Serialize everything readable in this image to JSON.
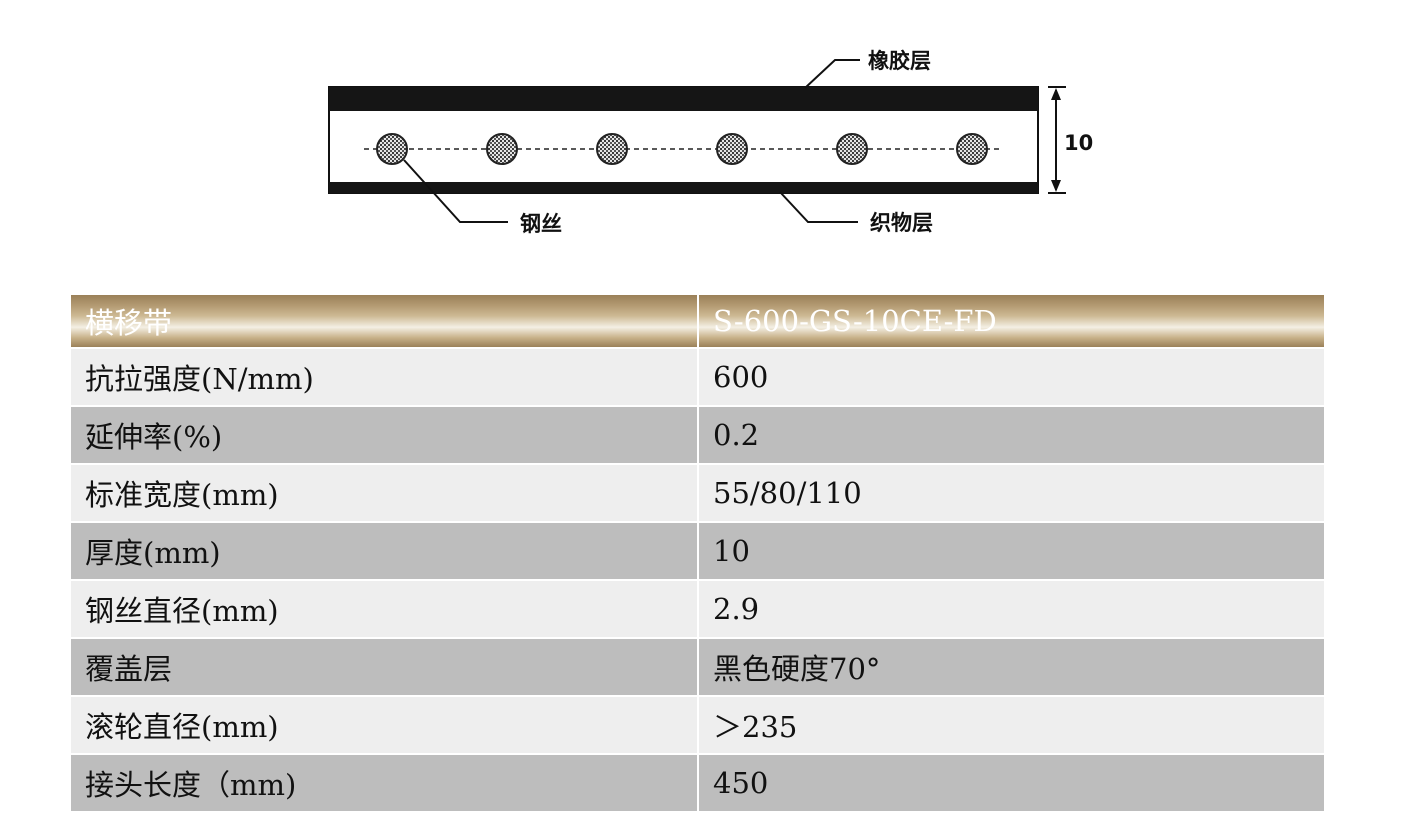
{
  "diagram": {
    "labels": {
      "rubber_layer": "橡胶层",
      "steel_wire": "钢丝",
      "fabric_layer": "织物层",
      "thickness": "10"
    }
  },
  "table": {
    "header": {
      "name": "横移带",
      "value": "S-600-GS-10CE-FD"
    },
    "rows": [
      {
        "name": "抗拉强度(N/mm)",
        "value": "600"
      },
      {
        "name": "延伸率(%)",
        "value": "0.2"
      },
      {
        "name": "标准宽度(mm)",
        "value": "55/80/110"
      },
      {
        "name": "厚度(mm)",
        "value": "10"
      },
      {
        "name": "钢丝直径(mm)",
        "value": "2.9"
      },
      {
        "name": "覆盖层",
        "value": "黑色硬度70°"
      },
      {
        "name": "滚轮直径(mm)",
        "value": "＞235"
      },
      {
        "name": "接头长度（mm)",
        "value": "450"
      }
    ]
  },
  "colors": {
    "header_gold": "#b39a72",
    "row_light": "#eeeeee",
    "row_dark": "#bdbdbd"
  }
}
